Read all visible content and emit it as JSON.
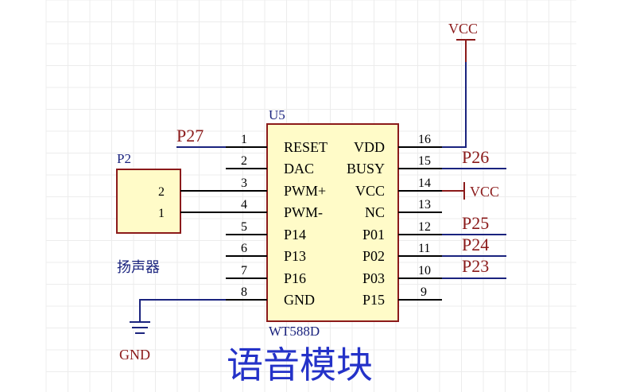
{
  "chip": {
    "designator": "U5",
    "part": "WT588D",
    "left_pins": [
      {
        "num": "1",
        "name": "RESET"
      },
      {
        "num": "2",
        "name": "DAC"
      },
      {
        "num": "3",
        "name": "PWM+"
      },
      {
        "num": "4",
        "name": "PWM-"
      },
      {
        "num": "5",
        "name": "P14"
      },
      {
        "num": "6",
        "name": "P13"
      },
      {
        "num": "7",
        "name": "P16"
      },
      {
        "num": "8",
        "name": "GND"
      }
    ],
    "right_pins": [
      {
        "num": "16",
        "name": "VDD"
      },
      {
        "num": "15",
        "name": "BUSY"
      },
      {
        "num": "14",
        "name": "VCC"
      },
      {
        "num": "13",
        "name": "NC"
      },
      {
        "num": "12",
        "name": "P01"
      },
      {
        "num": "11",
        "name": "P02"
      },
      {
        "num": "10",
        "name": "P03"
      },
      {
        "num": "9",
        "name": "P15"
      }
    ]
  },
  "connector": {
    "designator": "P2",
    "pins": [
      "2",
      "1"
    ],
    "comment": "扬声器"
  },
  "nets": {
    "p27": "P27",
    "p26": "P26",
    "p25": "P25",
    "p24": "P24",
    "p23": "P23",
    "vcc_top": "VCC",
    "vcc_right": "VCC",
    "gnd": "GND"
  },
  "title": "语音模块",
  "colors": {
    "wire": "#1a237e",
    "power": "#8b1a1a",
    "body_fill": "#fffbc8",
    "body_stroke": "#8b1a1a",
    "grid": "#ececec"
  }
}
